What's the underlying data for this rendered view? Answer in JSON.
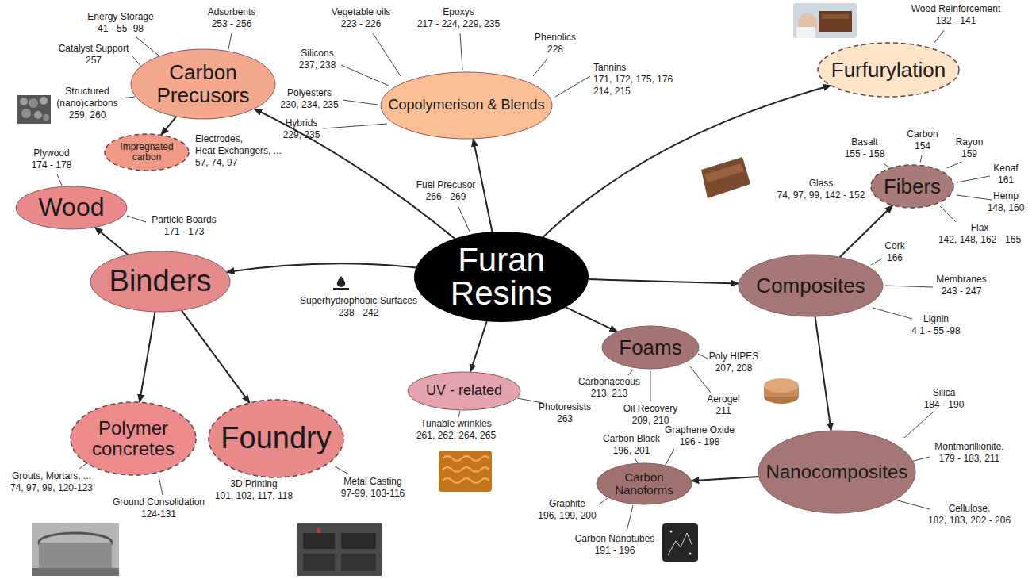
{
  "diagram": {
    "nodes": [
      {
        "text": [
          "Furan Resins"
        ]
      },
      {
        "text": [
          "Carbon Precusors"
        ]
      },
      {
        "text": [
          "Impregnated carbon"
        ]
      },
      {
        "text": [
          "Copolymerison & Blends"
        ]
      },
      {
        "text": [
          "Furfurylation"
        ]
      },
      {
        "text": [
          "Fibers"
        ]
      },
      {
        "text": [
          "Wood"
        ]
      },
      {
        "text": [
          "Binders"
        ]
      },
      {
        "text": [
          "Composites"
        ]
      },
      {
        "text": [
          "Polymer concretes"
        ]
      },
      {
        "text": [
          "Foundry"
        ]
      },
      {
        "text": [
          "UV - related"
        ]
      },
      {
        "text": [
          "Foams"
        ]
      },
      {
        "text": [
          "Nanocomposites"
        ]
      },
      {
        "text": [
          "Carbon Nanoforms"
        ]
      }
    ],
    "edges": [
      {
        "from": 0,
        "to": 1,
        "arrow": "to"
      },
      {
        "from": 1,
        "to": 2,
        "arrow": "to"
      },
      {
        "from": 0,
        "to": 3,
        "arrow": "to"
      },
      {
        "from": 0,
        "to": 4,
        "arrow": "to"
      },
      {
        "from": 0,
        "to": 7,
        "arrow": "to"
      },
      {
        "from": 7,
        "to": 6,
        "arrow": "to"
      },
      {
        "from": 7,
        "to": 9,
        "arrow": "to"
      },
      {
        "from": 7,
        "to": 10,
        "arrow": "to"
      },
      {
        "from": 0,
        "to": 11,
        "arrow": "to"
      },
      {
        "from": 0,
        "to": 12,
        "arrow": "to"
      },
      {
        "from": 0,
        "to": 8,
        "arrow": "to"
      },
      {
        "from": 8,
        "to": 5,
        "arrow": "to"
      },
      {
        "from": 8,
        "to": 13,
        "arrow": "to"
      },
      {
        "from": 13,
        "to": 14,
        "arrow": "to"
      }
    ],
    "labels": [
      "Energy Storage 41 - 55 -98",
      "Adsorbents 253 - 256",
      "Catalyst Support 257",
      "Structured (nano)carbons 259, 260",
      "Electrodes, Heat Exchangers, ... 57, 74, 97",
      "Vegetable oils 223 - 226",
      "Epoxys 217 - 224, 229, 235",
      "Silicons 237, 238",
      "Phenolics 228",
      "Tannins 171, 172, 175, 176 214, 215",
      "Polyesters 230, 234, 235",
      "Hybrids 229, 235",
      "Wood Reinforcement 132 - 141",
      "Plywood 174 - 178",
      "Particle Boards 171 - 173",
      "Fuel Precusor 266 - 269",
      "Superhydrophobic Surfaces 238 - 242",
      "Basalt 155 - 158",
      "Carbon 154",
      "Rayon 159",
      "Kenaf 161",
      "Glass 74, 97, 99, 142 - 152",
      "Hemp 148, 160",
      "Flax 142, 148, 162 - 165",
      "Cork 166",
      "Membranes 243 - 247",
      "Lignin 4 1 - 55 -98",
      "Poly HIPES 207, 208",
      "Carbonaceous 213, 213",
      "Oil Recovery 209, 210",
      "Aerogel 211",
      "Tunable wrinkles 261, 262, 264, 265",
      "Photoresists 263",
      "Silica 184 - 190",
      "Montmorillionite. 179 - 183, 211",
      "Cellulose. 182, 183, 202 - 206",
      "Carbon Black 196, 201",
      "Graphene Oxide 196 - 198",
      "Graphite 196, 199, 200",
      "Carbon Nanotubes 191 - 196",
      "Grouts, Mortars, ... 74, 97, 99, 120-123",
      "Ground Consolidation 124-131",
      "3D Printing 101, 102, 117, 118",
      "Metal Casting 97-99, 103-116"
    ]
  }
}
